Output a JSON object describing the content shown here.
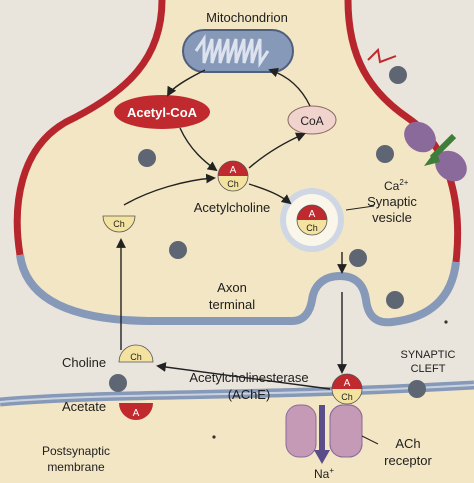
{
  "labels": {
    "mitochondrion": "Mitochondrion",
    "acetyl_coa": "Acetyl-CoA",
    "coa": "CoA",
    "acetylcholine": "Acetylcholine",
    "synaptic_vesicle_1": "Synaptic",
    "synaptic_vesicle_2": "vesicle",
    "calcium": "Ca",
    "calcium_sup": "2+",
    "axon_terminal_1": "Axon",
    "axon_terminal_2": "terminal",
    "synaptic_cleft_1": "SYNAPTIC",
    "synaptic_cleft_2": "CLEFT",
    "choline": "Choline",
    "ache_1": "Acetylcholinesterase",
    "ache_2": "(AChE)",
    "acetate": "Acetate",
    "postsynaptic_1": "Postsynaptic",
    "postsynaptic_2": "membrane",
    "ach_receptor_1": "ACh",
    "ach_receptor_2": "receptor",
    "sodium": "Na",
    "sodium_sup": "+"
  },
  "molecule_letters": {
    "acetyl": "A",
    "choline": "Ch"
  },
  "colors": {
    "background": "#e9e5dc",
    "cytoplasm": "#f3e6c4",
    "membrane_red": "#b8262d",
    "membrane_blue": "#8799b8",
    "acetyl_red": "#c02a2e",
    "choline_yellow": "#f4e3a0",
    "coa_pink": "#f1d3cd",
    "ion_gray": "#5e6673",
    "channel_purple": "#8a6a9a",
    "receptor_purple": "#c49ab6",
    "arrow_green": "#3f7d3a"
  }
}
